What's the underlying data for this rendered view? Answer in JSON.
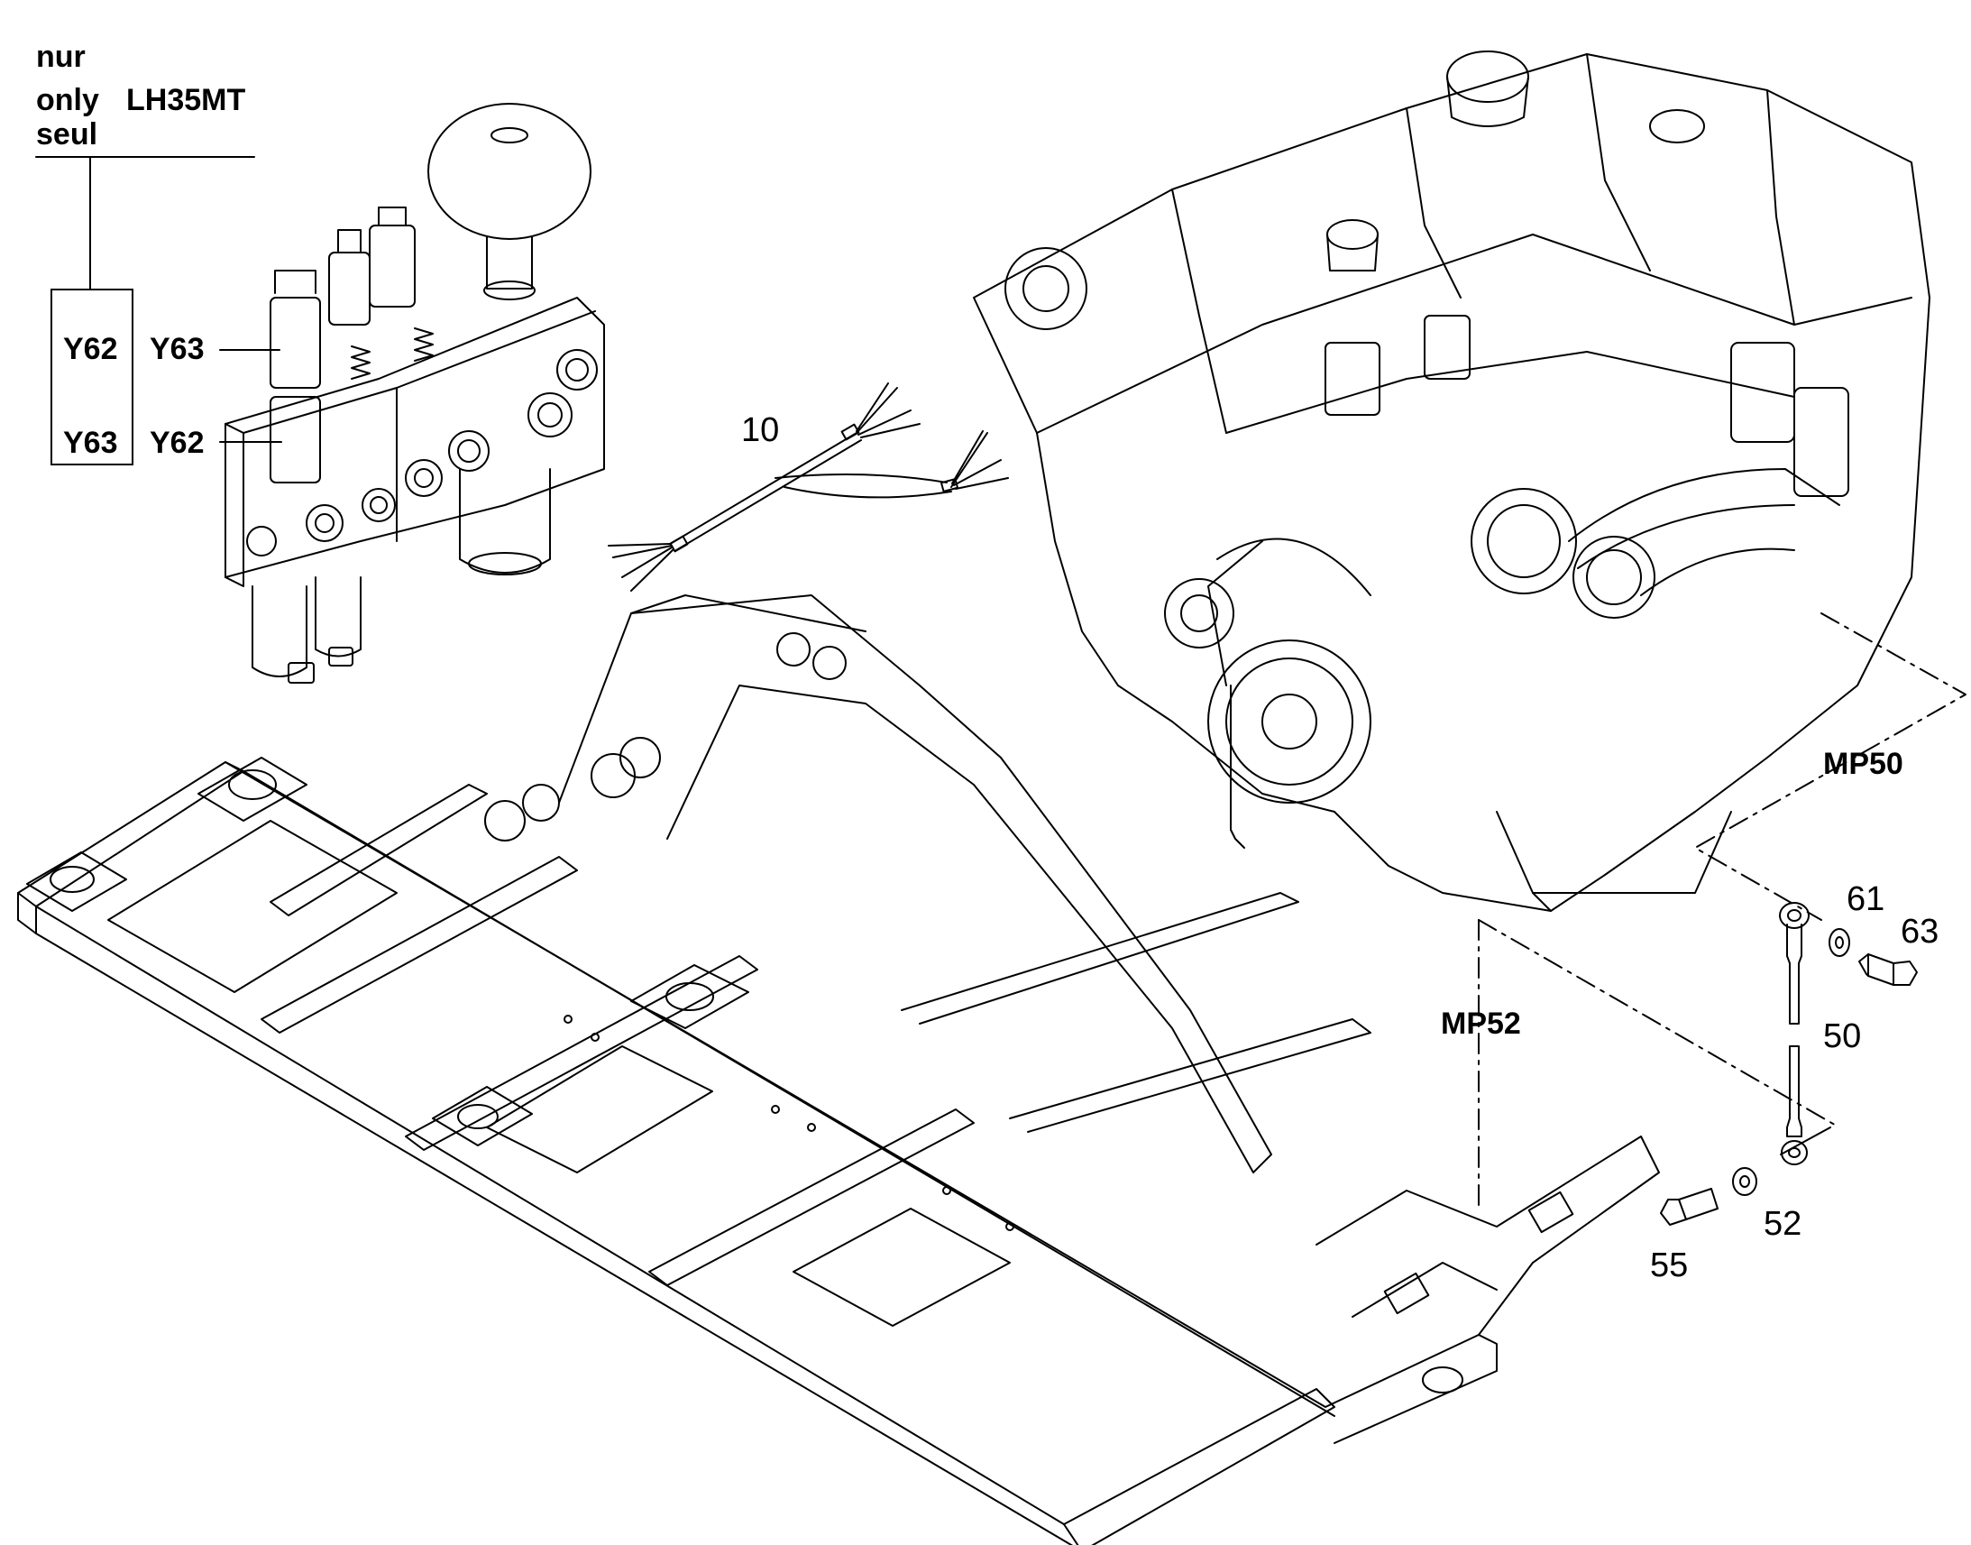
{
  "variant_note": {
    "lines": [
      "nur",
      "only",
      "seul"
    ],
    "model": "LH35MT"
  },
  "solenoids": {
    "boxed_top": "Y62",
    "boxed_bottom": "Y63",
    "callout_top": "Y63",
    "callout_bottom": "Y62"
  },
  "parts": {
    "harness": "10",
    "rod": "50",
    "lower_eye": "52",
    "bolt_lower": "55",
    "washer_upper": "61",
    "bolt_upper": "63"
  },
  "mount_points": {
    "engine": "MP50",
    "frame": "MP52"
  },
  "colors": {
    "line": "#000000",
    "background": "#ffffff"
  }
}
